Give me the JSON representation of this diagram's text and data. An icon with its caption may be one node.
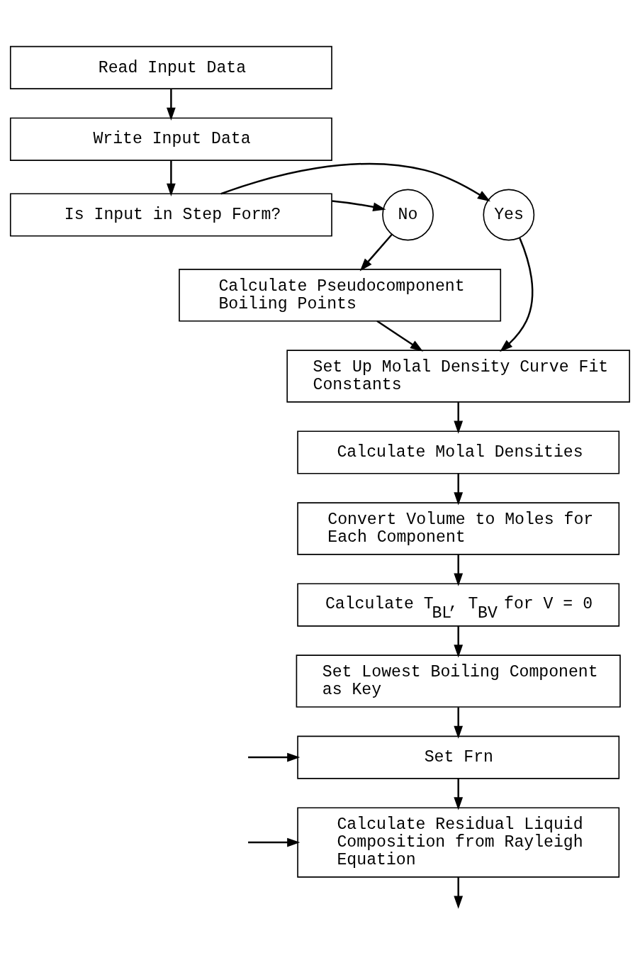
{
  "diagram": {
    "nodes": [
      {
        "text": [
          "Read Input Data"
        ]
      },
      {
        "text": [
          "Write Input Data"
        ]
      },
      {
        "text": [
          "Is Input in Step Form?"
        ]
      },
      {
        "text": [
          "Yes"
        ]
      },
      {
        "text": [
          "No"
        ]
      },
      {
        "text": [
          "Calculate Pseudocomponent Boiling Points"
        ]
      },
      {
        "text": [
          "Set Up Molal Density Curve Fit Constants"
        ]
      },
      {
        "text": [
          "Calculate Molal Densities"
        ]
      },
      {
        "text": [
          "Convert Volume to Moles for Each Component"
        ]
      },
      {
        "text": [
          "Calculate T$_{BL}$, T$_{BV}$ for V = 0"
        ]
      },
      {
        "text": [
          "Set Lowest Boiling Component as Key"
        ]
      },
      {
        "text": [
          "Set Frn"
        ]
      },
      {
        "text": [
          "Calculate Residual Liquid Composition from Rayleigh Equation"
        ]
      }
    ],
    "edges": [
      {
        "from": 0,
        "to": 1,
        "arrow": "to"
      },
      {
        "from": 1,
        "to": 2,
        "arrow": "to"
      },
      {
        "from": 2,
        "to": 3,
        "arrow": "to"
      },
      {
        "from": 2,
        "to": 4,
        "arrow": "to"
      },
      {
        "from": 4,
        "to": 5,
        "arrow": "to"
      },
      {
        "from": 5,
        "to": 6,
        "arrow": "to"
      },
      {
        "from": 3,
        "to": 6,
        "arrow": "to"
      },
      {
        "from": 6,
        "to": 7,
        "arrow": "to"
      },
      {
        "from": 7,
        "to": 8,
        "arrow": "to"
      },
      {
        "from": 8,
        "to": 9,
        "arrow": "to"
      },
      {
        "from": 9,
        "to": 10,
        "arrow": "to"
      },
      {
        "from": 10,
        "to": 11,
        "arrow": "to"
      },
      {
        "from": 11,
        "to": 12,
        "arrow": "to"
      },
      {
        "from": null,
        "to": 11,
        "arrow": "to"
      },
      {
        "from": null,
        "to": 12,
        "arrow": "to"
      },
      {
        "from": 12,
        "to": null,
        "arrow": "to"
      }
    ]
  }
}
